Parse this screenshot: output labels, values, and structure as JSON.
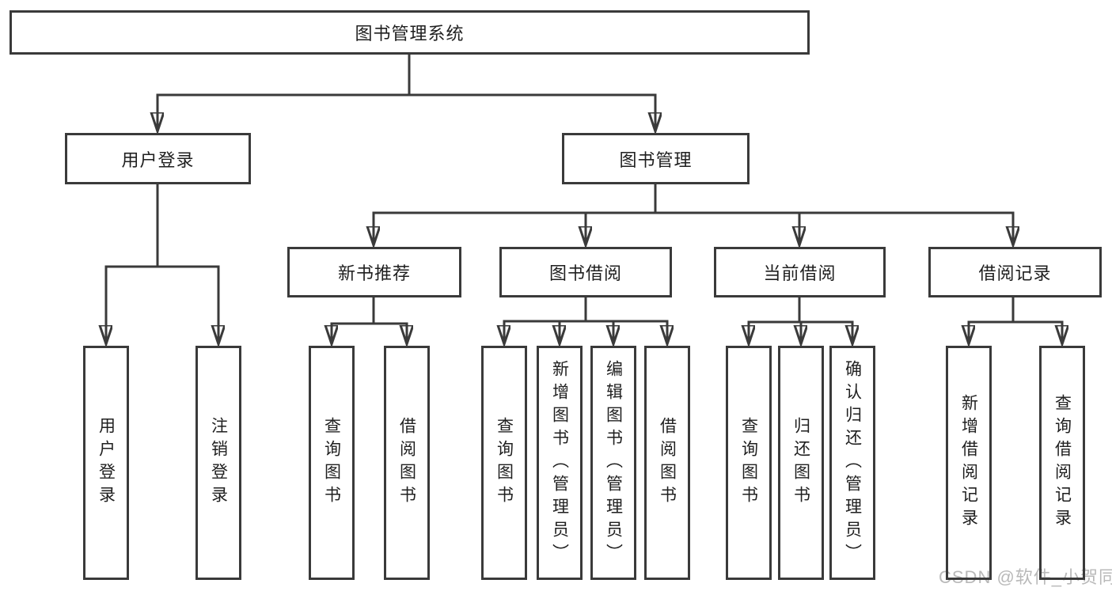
{
  "colors": {
    "line": "#3a3a3a",
    "text": "#1f1f1f",
    "box_background": "#ffffff",
    "page_background": "#ffffff",
    "watermark": "#b9b9b9"
  },
  "watermark": {
    "text": "CSDN @软件_小贺同学"
  },
  "tree": {
    "root": {
      "label": "图书管理系统",
      "children": [
        {
          "label": "用户登录",
          "children": [
            {
              "label": "用户登录"
            },
            {
              "label": "注销登录"
            }
          ]
        },
        {
          "label": "图书管理",
          "children": [
            {
              "label": "新书推荐",
              "children": [
                {
                  "label": "查询图书"
                },
                {
                  "label": "借阅图书"
                }
              ]
            },
            {
              "label": "图书借阅",
              "children": [
                {
                  "label": "查询图书"
                },
                {
                  "label": "新增图书（管理员）"
                },
                {
                  "label": "编辑图书（管理员）"
                },
                {
                  "label": "借阅图书"
                }
              ]
            },
            {
              "label": "当前借阅",
              "children": [
                {
                  "label": "查询图书"
                },
                {
                  "label": "归还图书"
                },
                {
                  "label": "确认归还（管理员）"
                }
              ]
            },
            {
              "label": "借阅记录",
              "children": [
                {
                  "label": "新增借阅记录"
                },
                {
                  "label": "查询借阅记录"
                }
              ]
            }
          ]
        }
      ]
    }
  }
}
